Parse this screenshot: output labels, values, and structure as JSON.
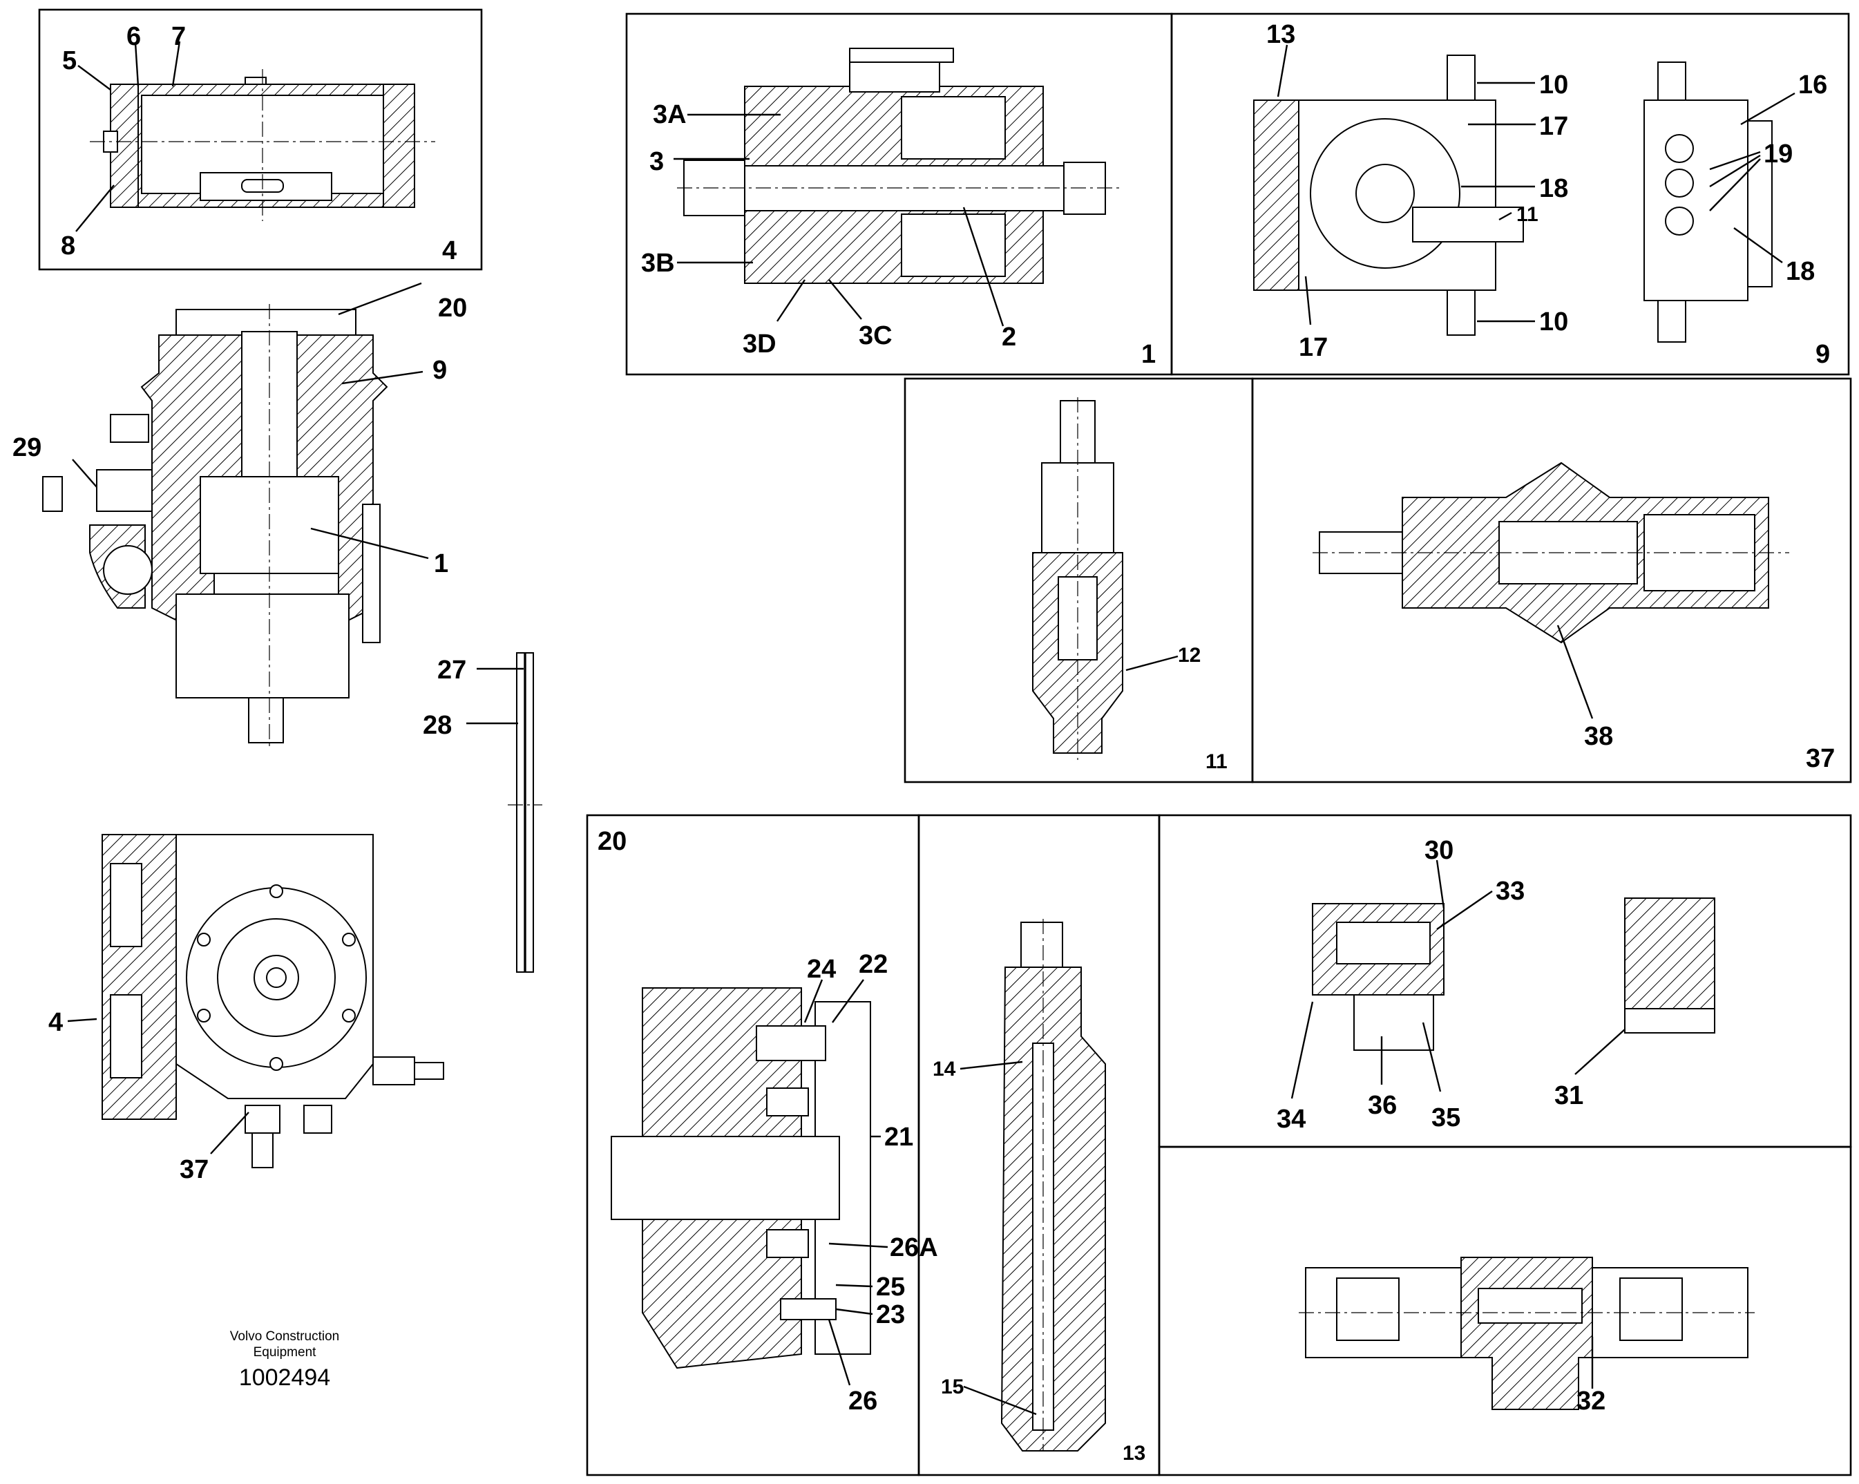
{
  "footer": {
    "brand_line1": "Volvo Construction",
    "brand_line2": "Equipment",
    "code": "1002494"
  },
  "panels": {
    "p4": "4",
    "p1": "1",
    "p9": "9",
    "p11": "11",
    "p37": "37",
    "p20": "20",
    "p13": "13"
  },
  "labels": {
    "l5": "5",
    "l6": "6",
    "l7": "7",
    "l8": "8",
    "l3A": "3A",
    "l3": "3",
    "l3B": "3B",
    "l3D": "3D",
    "l3C": "3C",
    "l2": "2",
    "l13": "13",
    "l10a": "10",
    "l17a": "17",
    "l18a": "18",
    "l11": "11",
    "l17b": "17",
    "l10b": "10",
    "l16": "16",
    "l19": "19",
    "l18b": "18",
    "l20": "20",
    "l9": "9",
    "l29": "29",
    "l1": "1",
    "l27": "27",
    "l28": "28",
    "l12": "12",
    "l38": "38",
    "l4": "4",
    "l37": "37",
    "l24": "24",
    "l22": "22",
    "l21": "21",
    "l26A": "26A",
    "l25": "25",
    "l23": "23",
    "l26": "26",
    "l14": "14",
    "l15": "15",
    "l30": "30",
    "l33": "33",
    "l34": "34",
    "l36": "36",
    "l35": "35",
    "l31": "31",
    "l32": "32"
  }
}
